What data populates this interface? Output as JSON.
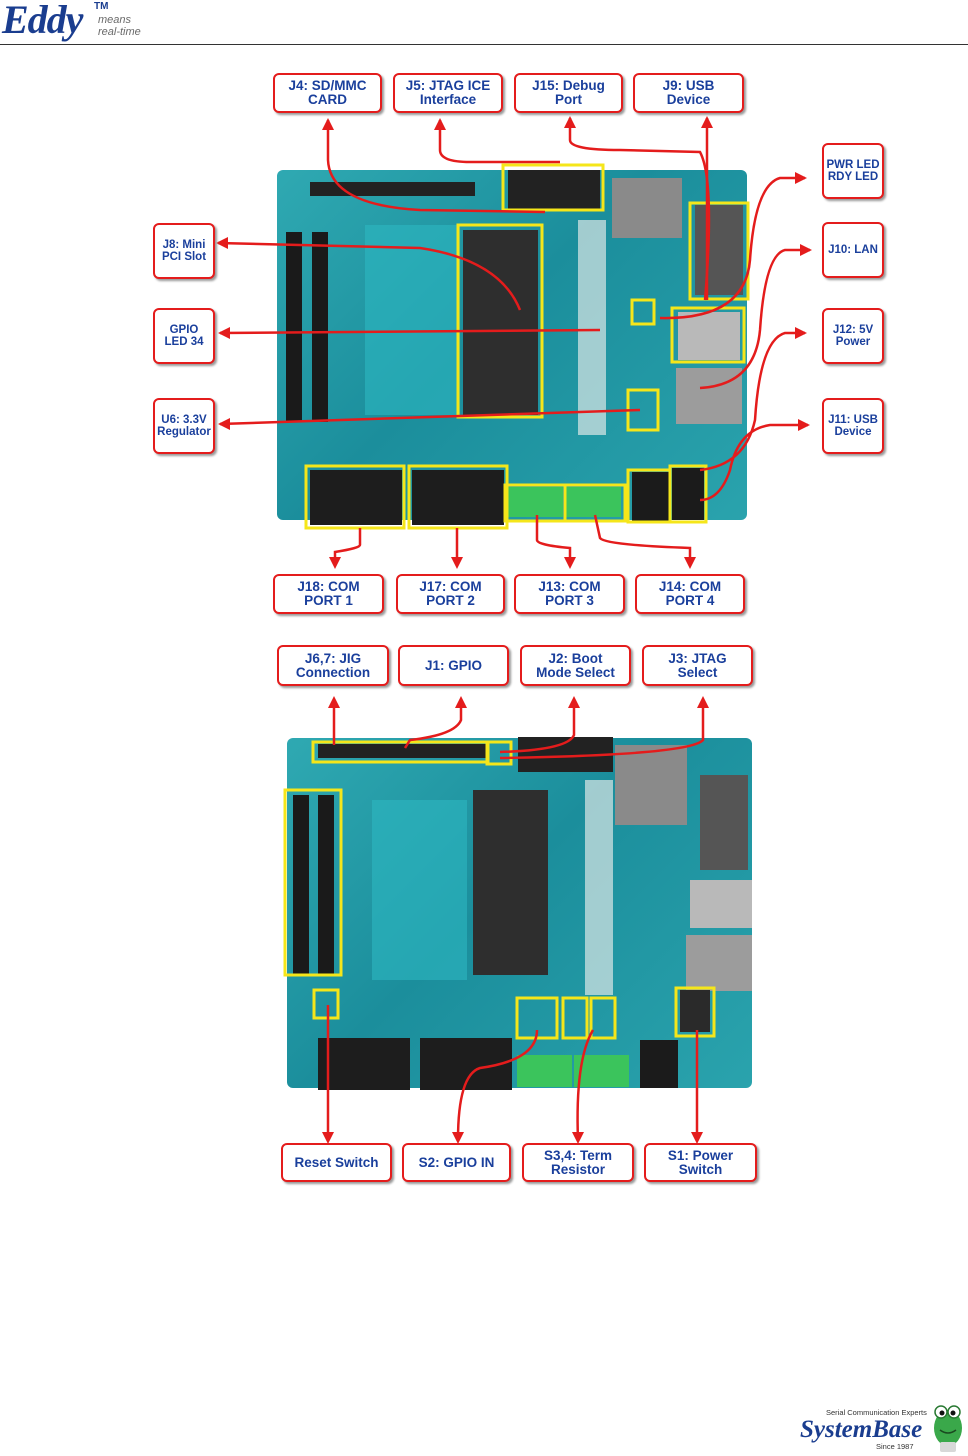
{
  "header": {
    "logo_main": "Eddy",
    "logo_tm": "TM",
    "logo_means": "means",
    "logo_realtime": "real-time"
  },
  "top_diagram": {
    "callouts": {
      "j4": "J4: SD/MMC\nCARD",
      "j5": "J5: JTAG ICE\nInterface",
      "j15": "J15: Debug\nPort",
      "j9": "J9: USB\nDevice",
      "pwr": "PWR LED\nRDY LED",
      "j8": "J8: Mini\nPCI Slot",
      "j10": "J10: LAN",
      "gpio": "GPIO\nLED 34",
      "j12": "J12: 5V\nPower",
      "u6": "U6: 3.3V\nRegulator",
      "j11": "J11: USB\nDevice",
      "j18": "J18: COM\nPORT 1",
      "j17": "J17: COM\nPORT 2",
      "j13": "J13: COM\nPORT 3",
      "j14": "J14: COM\nPORT 4"
    }
  },
  "bottom_diagram": {
    "callouts": {
      "j67": "J6,7: JIG\nConnection",
      "j1": "J1: GPIO",
      "j2": "J2: Boot\nMode Select",
      "j3": "J3: JTAG\nSelect",
      "reset": "Reset Switch",
      "s2": "S2: GPIO IN",
      "s34": "S3,4: Term\nResistor",
      "s1": "S1: Power\nSwitch"
    }
  },
  "footer": {
    "tagline": "Serial Communication Experts",
    "brand": "SystemBase",
    "since": "Since 1987"
  },
  "colors": {
    "callout_border": "#e41c1c",
    "callout_text": "#1a3f9c",
    "highlight": "#f5e61a",
    "board": "#1f9aa6",
    "brand_blue": "#1a3d8f"
  }
}
